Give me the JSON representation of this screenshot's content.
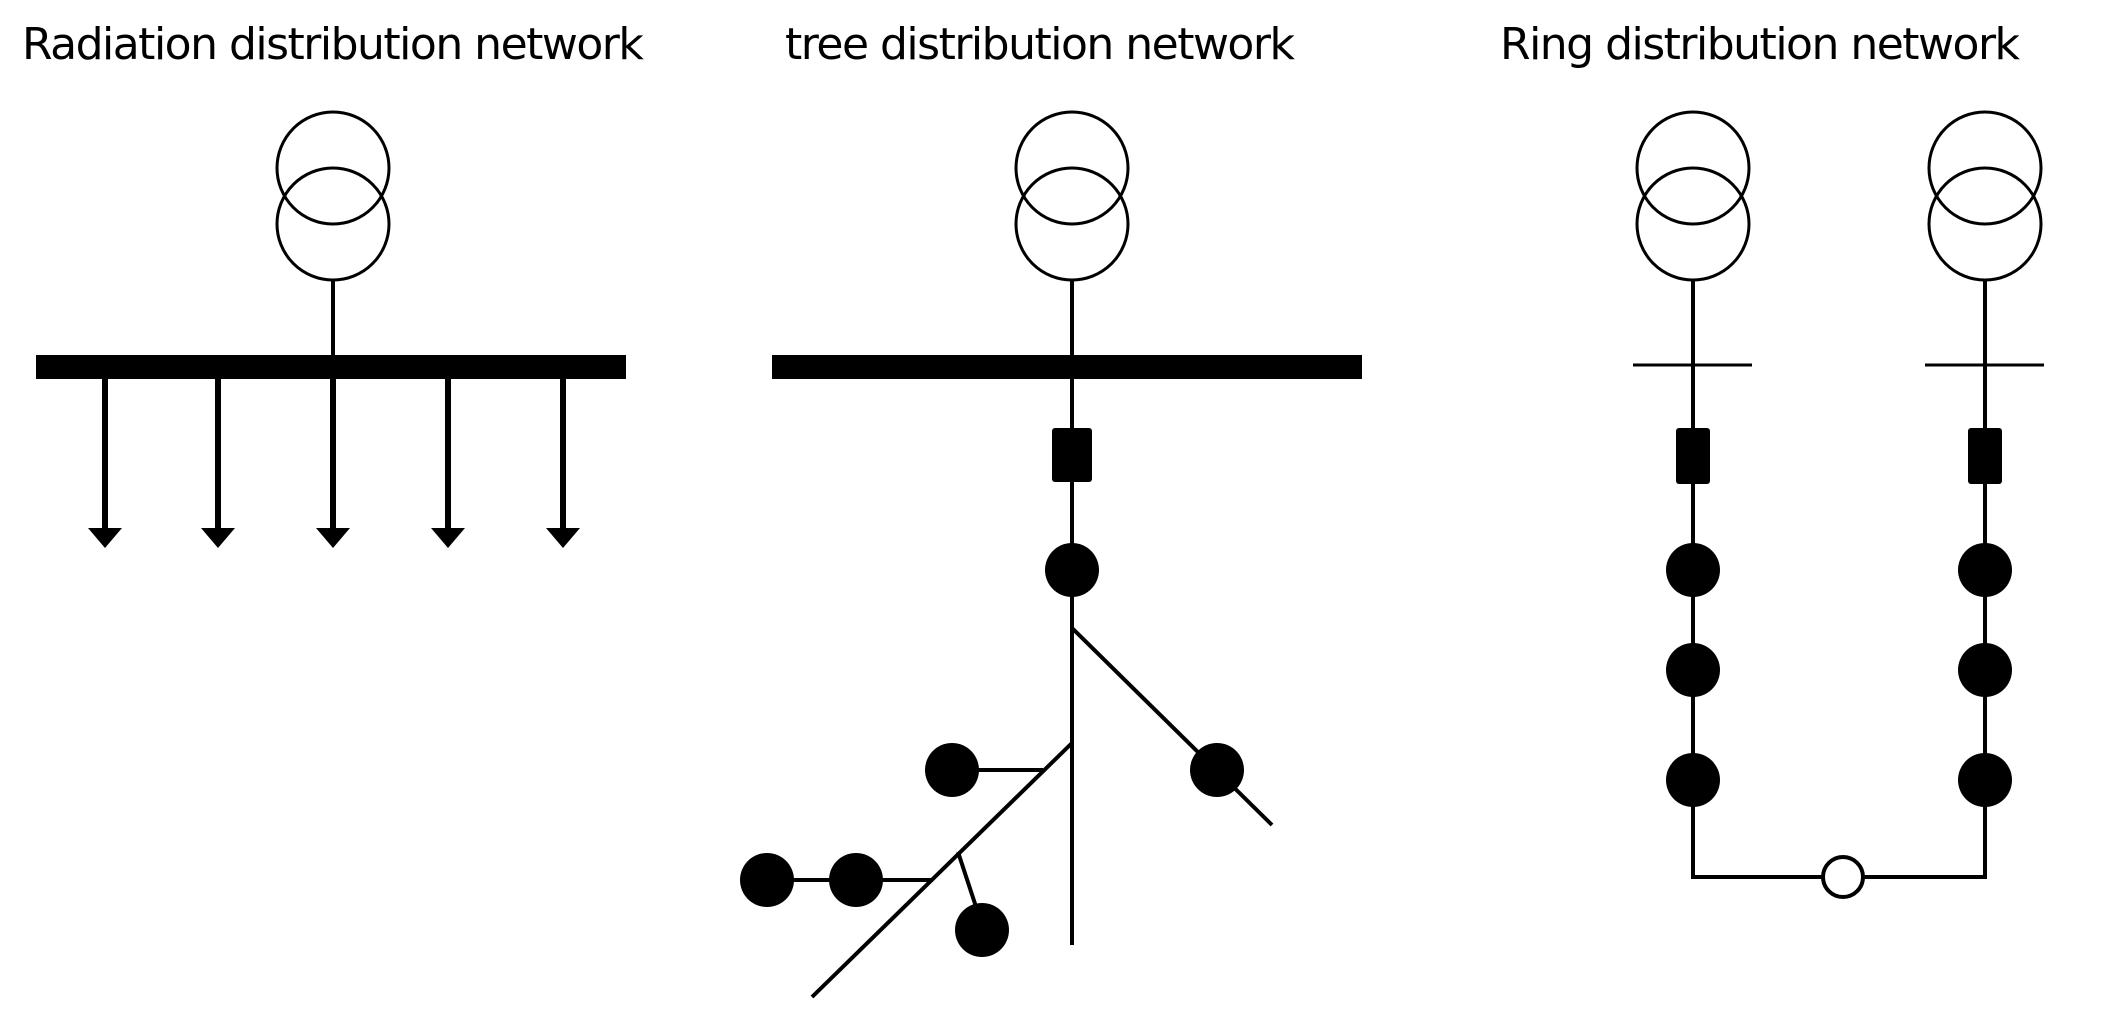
{
  "diagrams": [
    {
      "id": "radiation",
      "title": "Radiation distribution network"
    },
    {
      "id": "tree",
      "title": "tree distribution network"
    },
    {
      "id": "ring",
      "title": "Ring distribution network"
    }
  ],
  "colors": {
    "stroke": "#000000",
    "background": "#ffffff",
    "open_switch_fill": "#ffffff"
  }
}
